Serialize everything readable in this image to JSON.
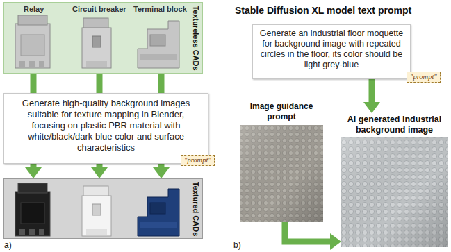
{
  "diagram": {
    "nodes": [
      {
        "text": [
          "Relay",
          "Circuit breaker",
          "Terminal block",
          "Textureless CADs"
        ]
      },
      {
        "text": [
          "Generate high-quality background images suitable for texture mapping in Blender, focusing on plastic PBR material with white/black/dark blue color and surface characteristics"
        ]
      },
      {
        "text": [
          "\"prompt\""
        ]
      },
      {
        "text": [
          "Textured CADs"
        ]
      },
      {
        "text": [
          "Generate an industrial floor moquette for background image with repeated circles in the floor, its color should be light grey-blue"
        ]
      },
      {
        "text": [
          "\"prompt\""
        ]
      },
      {
        "text": [
          "Image guidance prompt"
        ]
      },
      {
        "text": [
          "AI generated industrial background image"
        ]
      }
    ],
    "edges": [
      {
        "from": 0,
        "to": 1,
        "arrow": "none"
      },
      {
        "from": 0,
        "to": 1,
        "arrow": "none"
      },
      {
        "from": 0,
        "to": 1,
        "arrow": "none"
      },
      {
        "from": 1,
        "to": 3,
        "arrow": "to"
      },
      {
        "from": 1,
        "to": 3,
        "arrow": "to"
      },
      {
        "from": 1,
        "to": 3,
        "arrow": "to"
      },
      {
        "from": 4,
        "to": 7,
        "arrow": "to"
      },
      {
        "from": 6,
        "to": 7,
        "arrow": "to"
      }
    ],
    "labels": [
      "Stable Diffusion XL model text prompt",
      "a)",
      "b)"
    ]
  }
}
